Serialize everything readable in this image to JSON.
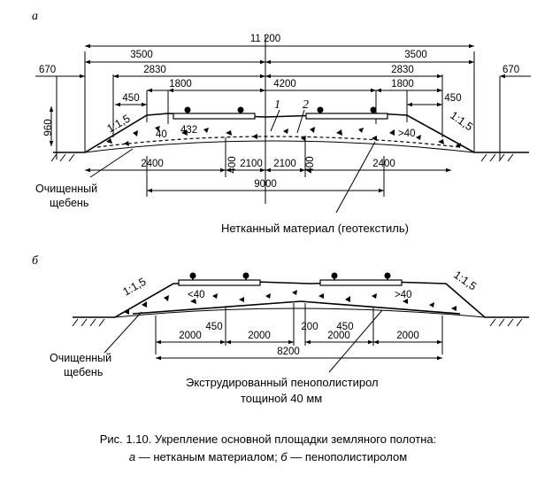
{
  "panel_a": {
    "letter": "a",
    "top_dims": {
      "total": "11 200",
      "left_3500": "3500",
      "right_3500": "3500",
      "left_670": "670",
      "right_670": "670",
      "left_2830": "2830",
      "right_2830": "2830",
      "left_1800": "1800",
      "center_4200": "4200",
      "right_1800": "1800",
      "left_450": "450",
      "right_450": "450",
      "height_960": "960"
    },
    "slope_left": "1:1,5",
    "slope_right": "1:1,5",
    "slope_40_left": "40",
    "slope_40_right": ">40",
    "d_432": "432",
    "marker_1": "1",
    "marker_2": "2",
    "bottom_dims": {
      "left_2400": "2400",
      "v400_left": "400",
      "c2100_left": "2100",
      "c2100_right": "2100",
      "v400_right": "400",
      "right_2400": "2400",
      "total_9000": "9000"
    },
    "label_ballast_line1": "Очищенный",
    "label_ballast_line2": "щебень",
    "label_geotextile": "Нетканный материал (геотекстиль)"
  },
  "panel_b": {
    "letter": "б",
    "slope_left": "1:1,5",
    "slope_right": "1:1,5",
    "slope_40_left": "<40",
    "slope_40_right": ">40",
    "d_450_left": "450",
    "d_200": "200",
    "d_450_right": "450",
    "bottom_dims": {
      "d2000_1": "2000",
      "d2000_2": "2000",
      "d2000_3": "2000",
      "d2000_4": "2000",
      "total_8200": "8200"
    },
    "label_ballast_line1": "Очищенный",
    "label_ballast_line2": "щебень",
    "label_foam_line1": "Экструдированный пенополистирол",
    "label_foam_line2": "тощиной 40 мм"
  },
  "caption": {
    "line1": "Рис. 1.10. Укрепление основной площадки земляного полотна:",
    "line2_a": "а",
    "line2_a_text": " — нетканым материалом; ",
    "line2_b": "б",
    "line2_b_text": " — пенополистиролом"
  }
}
